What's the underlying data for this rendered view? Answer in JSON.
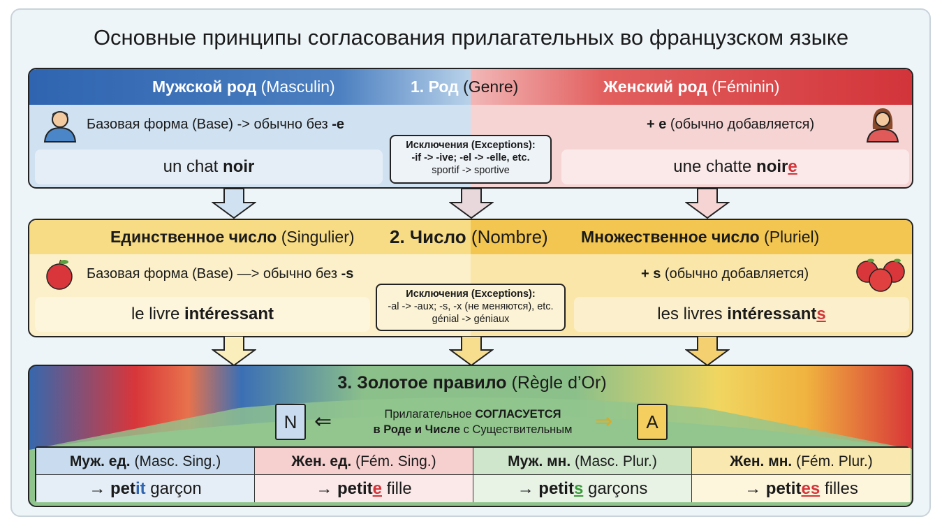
{
  "title": "Основные принципы согласования прилагательных во французском языке",
  "section1": {
    "left_header_bold": "Мужской род",
    "left_header_rest": " (Masculin)",
    "center_bold": "1. Род",
    "center_rest": " (Genre)",
    "right_header_bold": "Женский род",
    "right_header_rest": " (Féminin)",
    "left_rule": "Базовая форма (Base) -> обычно без ",
    "left_rule_bold": "-e",
    "left_example": "un chat ",
    "left_example_bold": "noir",
    "right_rule_bold": "+ e",
    "right_rule": " (обычно добавляется)",
    "right_example": "une chatte ",
    "right_example_bold": "noir",
    "right_example_ending": "e",
    "exceptions_title": "Исключения (Exceptions):",
    "exceptions_line1": "-if -> -ive;  -el -> -elle, etc.",
    "exceptions_line2": "sportif -> sportive"
  },
  "section2": {
    "left_header_bold": "Единственное число",
    "left_header_rest": " (Singulier)",
    "center_bold": "2. Число",
    "center_rest": " (Nombre)",
    "right_header_bold": "Множественное число",
    "right_header_rest": " (Pluriel)",
    "left_rule": "Базовая форма (Base) —> обычно без ",
    "left_rule_bold": "-s",
    "left_example": "le livre ",
    "left_example_bold": "intéressant",
    "right_rule_bold": "+ s",
    "right_rule": " (обычно добавляется)",
    "right_example": "les livres ",
    "right_example_bold": "intéressant",
    "right_example_ending": "s",
    "exceptions_title": "Исключения (Exceptions):",
    "exceptions_line1": "-al -> -aux; -s, -x (не меняются), etc.",
    "exceptions_line2": "génial -> géniaux"
  },
  "section3": {
    "title_bold": "3. Золотое правило",
    "title_rest": " (Règle d’Or)",
    "rule_line1_a": "Прилагательное ",
    "rule_line1_b": "СОГЛАСУЕТСЯ",
    "rule_line2_a": "в Роде и Числе",
    "rule_line2_b": " с Существительным",
    "noun_letter": "N",
    "adj_letter": "A",
    "columns": [
      {
        "header_bold": "Муж. ед.",
        "header_rest": " (Masc. Sing.)",
        "stem": "pet",
        "ending": "it",
        "rest": " garçon",
        "color": "#2f64b0",
        "bg": "#d0e1f1"
      },
      {
        "header_bold": "Жен. ед.",
        "header_rest": " (Fém. Sing.)",
        "stem": "petit",
        "ending": "e",
        "rest": " fille",
        "color": "#d2343a",
        "bg": "#f6d4d4"
      },
      {
        "header_bold": "Муж. мн.",
        "header_rest": " (Masc. Plur.)",
        "stem": "petit",
        "ending": "s",
        "rest": " garçons",
        "color": "#3a9a3a",
        "bg": "#d5ead3"
      },
      {
        "header_bold": "Жен. мн.",
        "header_rest": " (Fém. Plur.)",
        "stem": "petit",
        "ending": "es",
        "rest": " filles",
        "color": "#d2343a",
        "bg": "#fbefc4"
      }
    ],
    "arrow": "→ "
  }
}
